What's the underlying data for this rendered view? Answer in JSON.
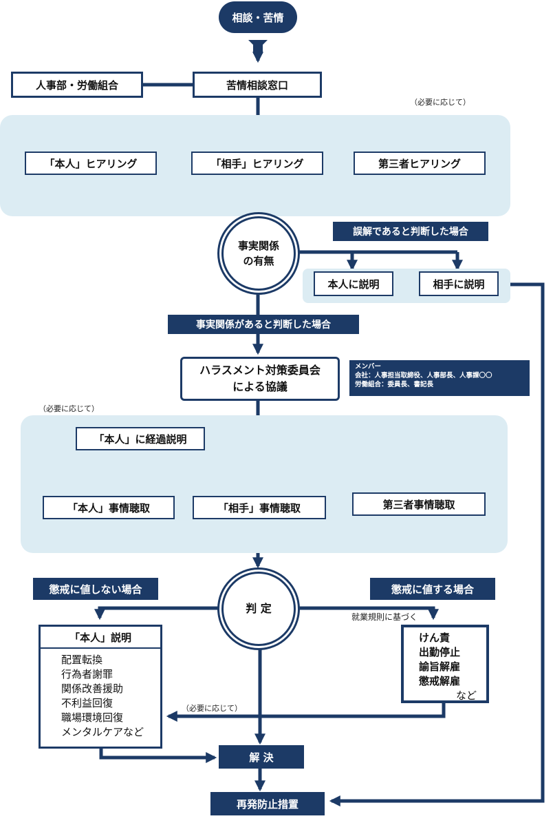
{
  "nodes": {
    "consultation": "相談・苦情",
    "hr_union": "人事部・労働組合",
    "complaint_desk": "苦情相談窓口",
    "note_as_needed_1": "（必要に応じて）",
    "hearing_self": "「本人」ヒアリング",
    "hearing_other": "「相手」ヒアリング",
    "hearing_third": "第三者ヒアリング",
    "fact_check_line1": "事実関係",
    "fact_check_line2": "の有無",
    "misunderstanding_label": "誤解であると判断した場合",
    "explain_self": "本人に説明",
    "explain_other": "相手に説明",
    "facts_exist_label": "事実関係があると判断した場合",
    "committee_line1": "ハラスメント対策委員会",
    "committee_line2": "による協議",
    "members_title": "メンバー",
    "members_company": "会社：人事担当取締役、人事部長、人事課〇〇",
    "members_union": "労働組合：委員長、書記長",
    "note_as_needed_2": "（必要に応じて）",
    "progress_explain_self": "「本人」に経過説明",
    "interview_self": "「本人」事情聴取",
    "interview_other": "「相手」事情聴取",
    "interview_third": "第三者事情聴取",
    "no_discipline_label": "懲戒に値しない場合",
    "judgement": "判 定",
    "discipline_label": "懲戒に値する場合",
    "work_rules_note": "就業規則に基づく",
    "self_explain_title": "「本人」説明",
    "measures": [
      "配置転換",
      "行為者謝罪",
      "関係改善援助",
      "不利益回復",
      "職場環境回復",
      "メンタルケアなど"
    ],
    "penalties": [
      "けん責",
      "出勤停止",
      "諭旨解雇",
      "懲戒解雇"
    ],
    "penalties_etc": "など",
    "note_as_needed_3": "（必要に応じて）",
    "resolution": "解 決",
    "prevention": "再発防止措置"
  },
  "colors": {
    "navy": "#1c3a66",
    "panel": "#dcecf3",
    "background": "#ffffff"
  }
}
